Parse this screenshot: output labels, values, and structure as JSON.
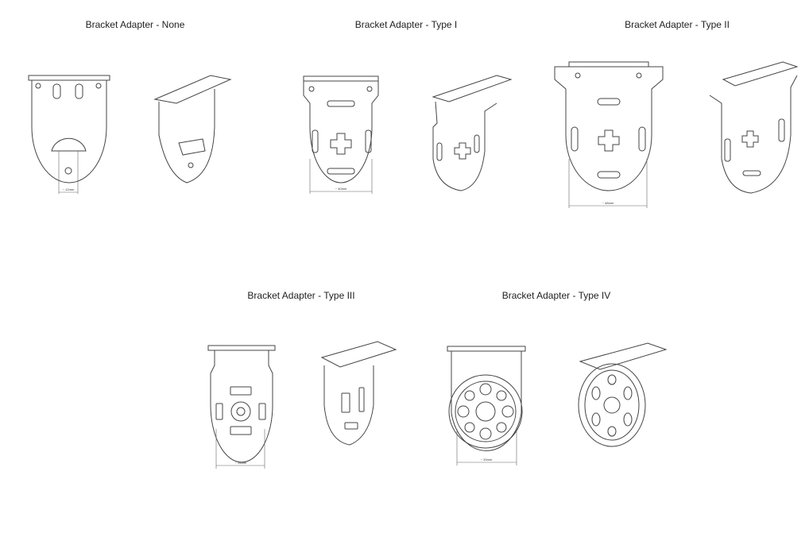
{
  "titles": [
    "Bracket Adapter - None",
    "Bracket Adapter - Type I",
    "Bracket Adapter - Type II",
    "Bracket Adapter - Type III",
    "Bracket Adapter - Type IV"
  ],
  "dimensions": [
    "~ 12mm",
    "~ 40mm",
    "~ 48mm",
    "~ 28mm",
    "~ 33mm"
  ]
}
